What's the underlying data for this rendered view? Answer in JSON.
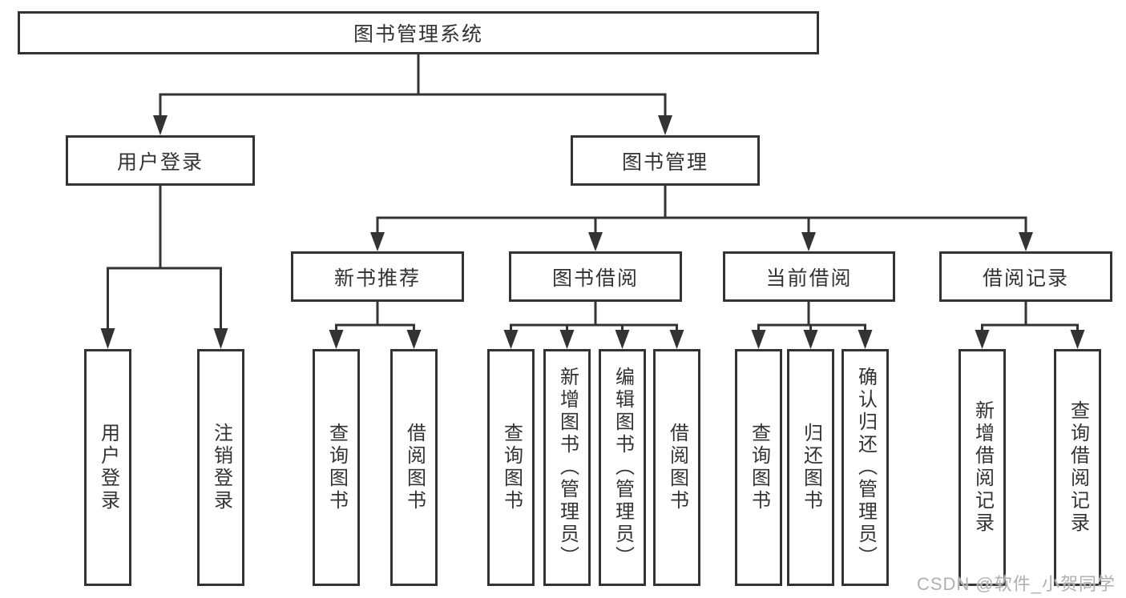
{
  "colors": {
    "background": "#ffffff",
    "box_border": "#333333",
    "connector_line": "#333333",
    "text": "#333333",
    "watermark_text": "#b0b0b0"
  },
  "watermark": {
    "text": "CSDN @软件_小贺同学"
  },
  "nodes": {
    "root": "图书管理系统",
    "user_login": "用户登录",
    "book_management": "图书管理",
    "new_book_recommend": "新书推荐",
    "book_borrow": "图书借阅",
    "current_borrow": "当前借阅",
    "borrow_records": "借阅记录",
    "leaf_user_login": "用户登录",
    "leaf_logout": "注销登录",
    "leaf_query_books_1": "查询图书",
    "leaf_borrow_books_1": "借阅图书",
    "leaf_query_books_2": "查询图书",
    "leaf_add_books_admin": "新增图书（管理员）",
    "leaf_edit_books_admin": "编辑图书（管理员）",
    "leaf_borrow_books_2": "借阅图书",
    "leaf_query_books_3": "查询图书",
    "leaf_return_books": "归还图书",
    "leaf_confirm_return_admin": "确认归还（管理员）",
    "leaf_add_borrow_record": "新增借阅记录",
    "leaf_query_borrow_record": "查询借阅记录"
  },
  "tree": {
    "root": "图书管理系统",
    "children": [
      {
        "label": "用户登录",
        "children": [
          "用户登录",
          "注销登录"
        ]
      },
      {
        "label": "图书管理",
        "children": [
          {
            "label": "新书推荐",
            "children": [
              "查询图书",
              "借阅图书"
            ]
          },
          {
            "label": "图书借阅",
            "children": [
              "查询图书",
              "新增图书（管理员）",
              "编辑图书（管理员）",
              "借阅图书"
            ]
          },
          {
            "label": "当前借阅",
            "children": [
              "查询图书",
              "归还图书",
              "确认归还（管理员）"
            ]
          },
          {
            "label": "借阅记录",
            "children": [
              "新增借阅记录",
              "查询借阅记录"
            ]
          }
        ]
      }
    ]
  }
}
